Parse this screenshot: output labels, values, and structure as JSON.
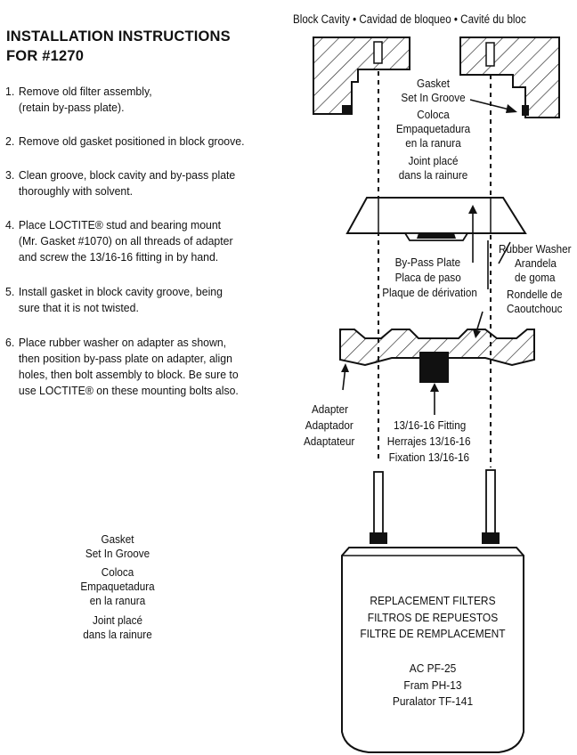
{
  "title": [
    "INSTALLATION INSTRUCTIONS",
    "FOR #1270"
  ],
  "steps": [
    {
      "num": "1.",
      "lines": [
        "Remove old filter assembly,",
        "(retain by-pass plate)."
      ]
    },
    {
      "num": "2.",
      "lines": [
        "Remove old gasket positioned in block groove."
      ]
    },
    {
      "num": "3.",
      "lines": [
        "Clean groove, block cavity and by-pass plate",
        "thoroughly with solvent."
      ]
    },
    {
      "num": "4.",
      "lines": [
        "Place LOCTITE® stud and bearing mount",
        "(Mr. Gasket #1070) on all threads of adapter",
        "and screw the 13/16-16 fitting in by hand."
      ]
    },
    {
      "num": "5.",
      "lines": [
        "Install gasket in block cavity groove, being",
        "sure that it is not twisted."
      ]
    },
    {
      "num": "6.",
      "lines": [
        "Place rubber washer on adapter as shown,",
        "then position by-pass plate on adapter, align",
        "holes, then bolt assembly to block. Be sure to",
        "use LOCTITE® on these mounting bolts also."
      ]
    }
  ],
  "labels": {
    "block_cavity": "Block Cavity • Cavidad de bloqueo • Cavité du bloc",
    "gasket_top": [
      "Gasket",
      "Set In Groove",
      "Coloca",
      "Empaquetadura",
      "en la ranura",
      "Joint placé",
      "dans la rainure"
    ],
    "rubber_washer": [
      "Rubber Washer",
      "Arandela",
      "de goma",
      "Rondelle de",
      "Caoutchouc"
    ],
    "bypass_plate": [
      "By-Pass Plate",
      "Placa de paso",
      "Plaque de dérivation"
    ],
    "adapter": [
      "Adapter",
      "Adaptador",
      "Adaptateur"
    ],
    "fitting": [
      "13/16-16 Fitting",
      "Herrajes 13/16-16",
      "Fixation 13/16-16"
    ],
    "gasket_left": [
      "Gasket",
      "Set In Groove",
      "Coloca",
      "Empaquetadura",
      "en la ranura",
      "Joint placé",
      "dans la rainure"
    ],
    "filter_heading": [
      "REPLACEMENT FILTERS",
      "FILTROS DE REPUESTOS",
      "FILTRE DE REMPLACEMENT"
    ],
    "filter_models": [
      "AC PF-25",
      "Fram PH-13",
      "Puralator TF-141"
    ]
  }
}
